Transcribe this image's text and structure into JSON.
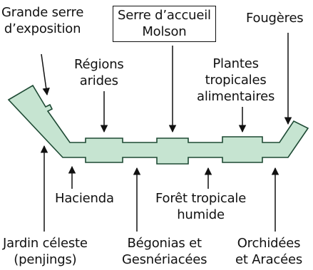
{
  "colors": {
    "building_fill": "#c6e4d1",
    "building_stroke": "#1e4a34",
    "arrow": "#111111"
  },
  "labels": {
    "grande_serre": [
      "Grande serre",
      "d’exposition"
    ],
    "serre_accueil": [
      "Serre d’accueil",
      "Molson"
    ],
    "fougeres": [
      "Fougères"
    ],
    "regions_arides": [
      "Régions",
      "arides"
    ],
    "plantes_tropicales": [
      "Plantes",
      "tropicales",
      "alimentaires"
    ],
    "hacienda": [
      "Hacienda"
    ],
    "foret_tropicale": [
      "Forêt tropicale",
      "humide"
    ],
    "jardin_celeste": [
      "Jardin céleste",
      "(penjings)"
    ],
    "begonias": [
      "Bégonias et",
      "Gesnériacées"
    ],
    "orchidees": [
      "Orchidées",
      "et Aracées"
    ]
  }
}
